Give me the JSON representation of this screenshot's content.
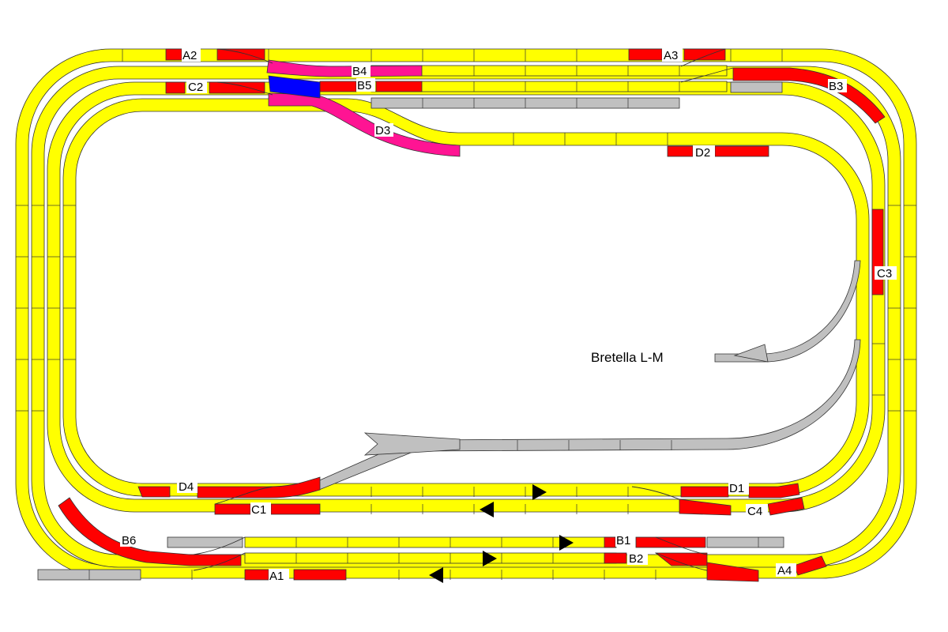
{
  "colors": {
    "track": "#ffff00",
    "block": "#ff0000",
    "inactive": "#c0c0c0",
    "highlight": "#ff1493",
    "selected": "#0000ff",
    "outline": "#333333",
    "arrow": "#000000"
  },
  "title": "Bretella L-M",
  "blocks": [
    {
      "id": "A1",
      "label": "A1"
    },
    {
      "id": "A2",
      "label": "A2"
    },
    {
      "id": "A3",
      "label": "A3"
    },
    {
      "id": "A4",
      "label": "A4"
    },
    {
      "id": "B1",
      "label": "B1"
    },
    {
      "id": "B2",
      "label": "B2"
    },
    {
      "id": "B3",
      "label": "B3"
    },
    {
      "id": "B4",
      "label": "B4"
    },
    {
      "id": "B5",
      "label": "B5"
    },
    {
      "id": "B6",
      "label": "B6"
    },
    {
      "id": "C1",
      "label": "C1"
    },
    {
      "id": "C2",
      "label": "C2"
    },
    {
      "id": "C3",
      "label": "C3"
    },
    {
      "id": "C4",
      "label": "C4"
    },
    {
      "id": "D1",
      "label": "D1"
    },
    {
      "id": "D2",
      "label": "D2"
    },
    {
      "id": "D3",
      "label": "D3"
    },
    {
      "id": "D4",
      "label": "D4"
    }
  ],
  "direction_arrows": [
    {
      "track": "D",
      "direction": "right"
    },
    {
      "track": "C",
      "direction": "left"
    },
    {
      "track": "B1",
      "direction": "right"
    },
    {
      "track": "B2",
      "direction": "right"
    },
    {
      "track": "A1",
      "direction": "left"
    }
  ]
}
